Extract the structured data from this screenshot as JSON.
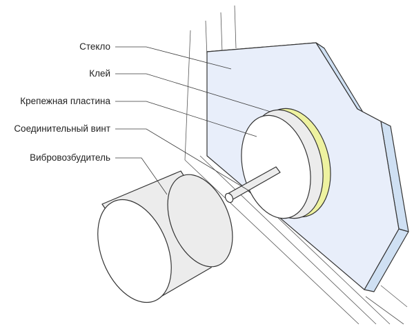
{
  "labels": {
    "glass": "Стекло",
    "glue": "Клей",
    "mount_plate": "Крепежная пластина",
    "connecting_screw": "Соединительный винт",
    "exciter": "Вибровозбудитель"
  },
  "colors": {
    "glass_face": "#e8eefa",
    "glass_edge": "#cfe0f3",
    "glue": "#eef2a0",
    "metal": "#ececec",
    "metal_face": "#ffffff",
    "line": "#333333"
  }
}
